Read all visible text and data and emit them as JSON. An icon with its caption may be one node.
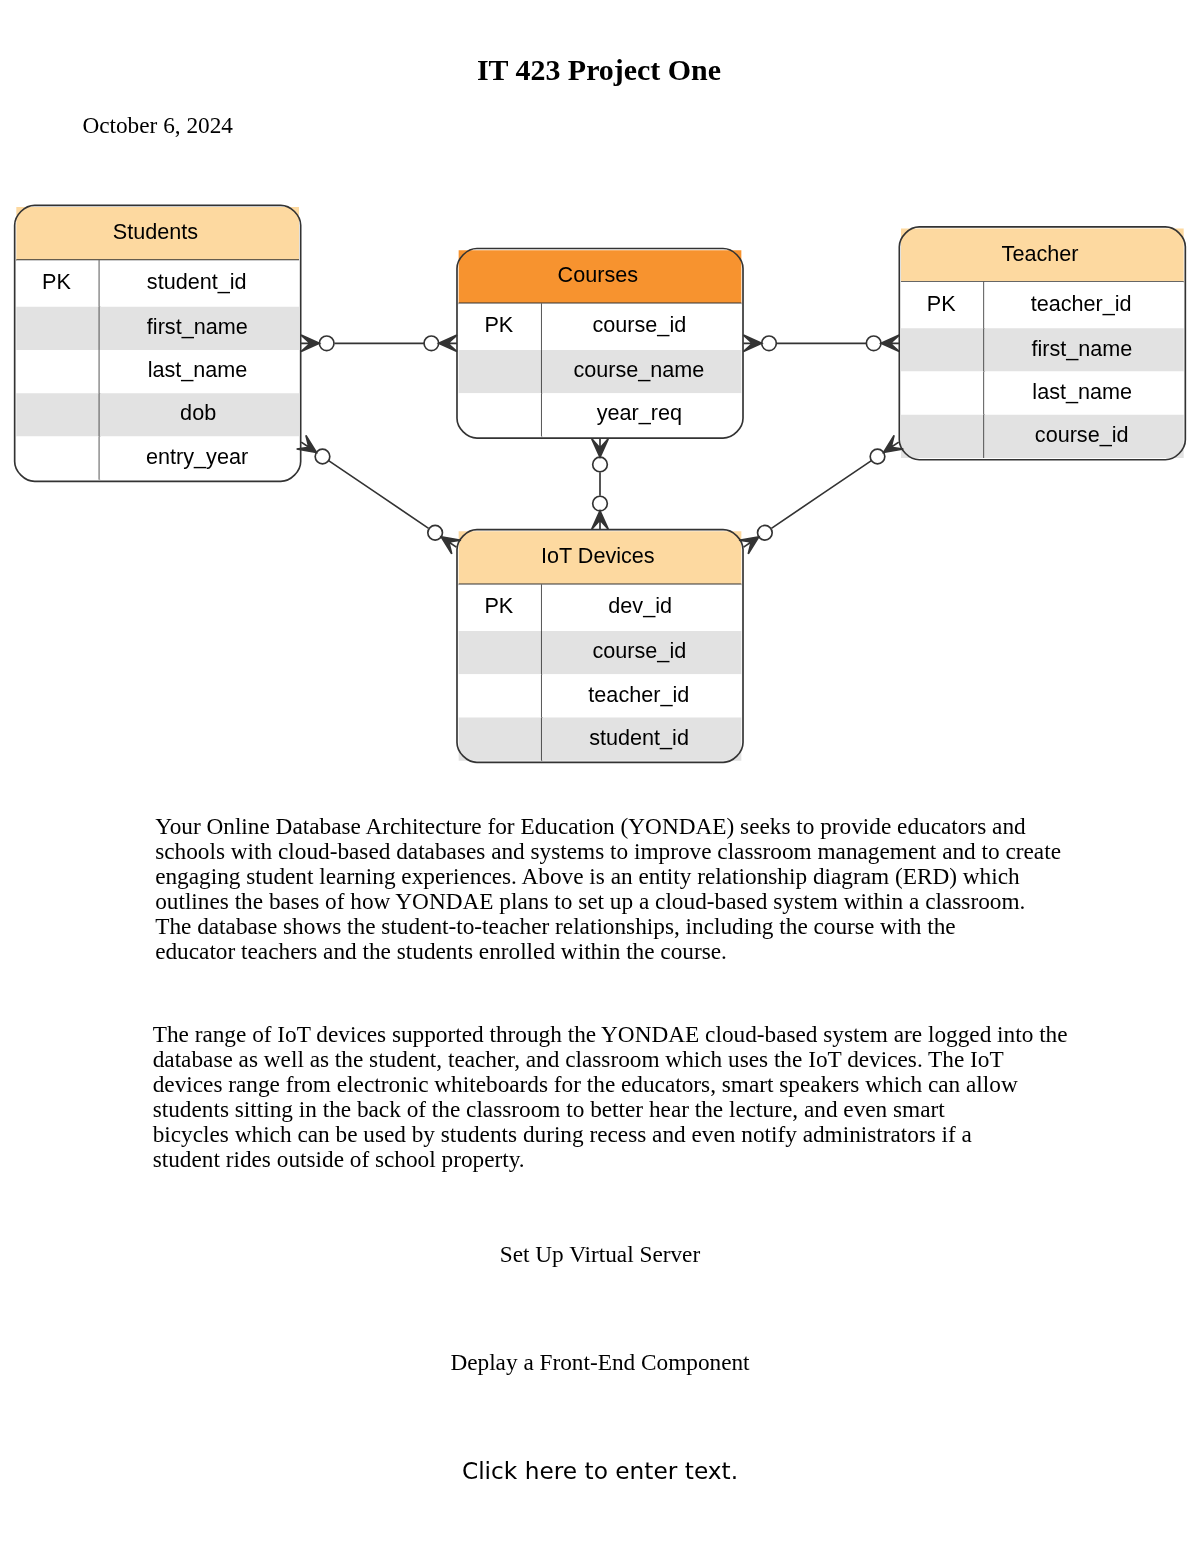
{
  "diagram": {
    "title": "IT 423 Project One",
    "nodes": [
      {
        "text": [
          "Students",
          "PK",
          "student_id",
          "first_name",
          "last_name",
          "dob",
          "entry_year"
        ]
      },
      {
        "text": [
          "Courses",
          "PK",
          "course_id",
          "course_name",
          "year_req"
        ]
      },
      {
        "text": [
          "Teacher",
          "PK",
          "teacher_id",
          "first_name",
          "last_name",
          "course_id"
        ]
      },
      {
        "text": [
          "IoT Devices",
          "PK",
          "dev_id",
          "course_id",
          "teacher_id",
          "student_id"
        ]
      }
    ],
    "edges": [
      {
        "from": 0,
        "to": 1,
        "arrow": "other"
      },
      {
        "from": 1,
        "to": 2,
        "arrow": "other"
      },
      {
        "from": 1,
        "to": 3,
        "arrow": "other"
      },
      {
        "from": 0,
        "to": 3,
        "arrow": "other"
      },
      {
        "from": 2,
        "to": 3,
        "arrow": "other"
      }
    ],
    "labels": [
      "October 6, 2024",
      "Your Online Database Architecture for Education (YONDAE) seeks to provide educators and schools with cloud-based databases and systems to improve classroom management and to create engaging student learning experiences. Above is an entity relationship diagram (ERD) which outlines the bases of how YONDAE plans to set up a cloud-based system within a classroom. The database shows the student-to-teacher relationships, including the course with the educator teachers and the students enrolled within the course.",
      "The range of IoT devices supported through the YONDAE cloud-based system are logged into the database as well as the student, teacher, and classroom which uses the IoT devices. The IoT devices range from electronic whiteboards for the educators, smart speakers which can allow students sitting in the back of the classroom to better hear the lecture, and even smart bicycles which can be used by students during recess and even notify administrators if a student rides outside of school property.",
      "Set Up Virtual Server",
      "Deplay a Front-End Component",
      "Click here to enter text."
    ]
  }
}
